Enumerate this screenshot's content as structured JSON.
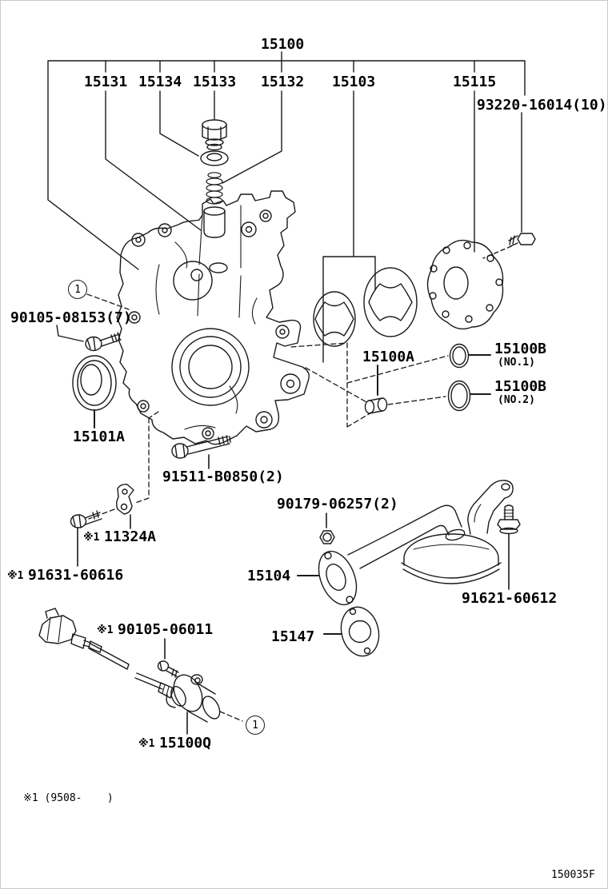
{
  "diagram": {
    "figure_code": "150035F",
    "footnote": "※1 (9508-    )",
    "callout": "1"
  },
  "parts": {
    "assembly": {
      "number": "15100"
    },
    "top_row": [
      {
        "number": "15131"
      },
      {
        "number": "15134"
      },
      {
        "number": "15133"
      },
      {
        "number": "15132"
      },
      {
        "number": "15103"
      },
      {
        "number": "15115"
      }
    ],
    "plate_bolt": {
      "number": "93220-16014(10)"
    },
    "cover_bolt": {
      "number": "90105-08153(7)"
    },
    "pump_plug": {
      "number": "15100A"
    },
    "oring_no1": {
      "number": "15100B",
      "variant": "(NO.1)"
    },
    "oring_no2": {
      "number": "15100B",
      "variant": "(NO.2)"
    },
    "oil_seal": {
      "number": "15101A"
    },
    "long_bolt": {
      "number": "91511-B0850(2)"
    },
    "strainer_nut": {
      "number": "90179-06257(2)"
    },
    "bracket": {
      "prefix": "※1",
      "number": "11324A"
    },
    "bracket_bolt": {
      "prefix": "※1",
      "number": "91631-60616"
    },
    "strainer": {
      "number": "15104"
    },
    "strainer_bolt": {
      "number": "91621-60612"
    },
    "gasket": {
      "number": "15147"
    },
    "sensor_bolt": {
      "prefix": "※1",
      "number": "90105-06011"
    },
    "sensor": {
      "prefix": "※1",
      "number": "15100Q"
    }
  }
}
